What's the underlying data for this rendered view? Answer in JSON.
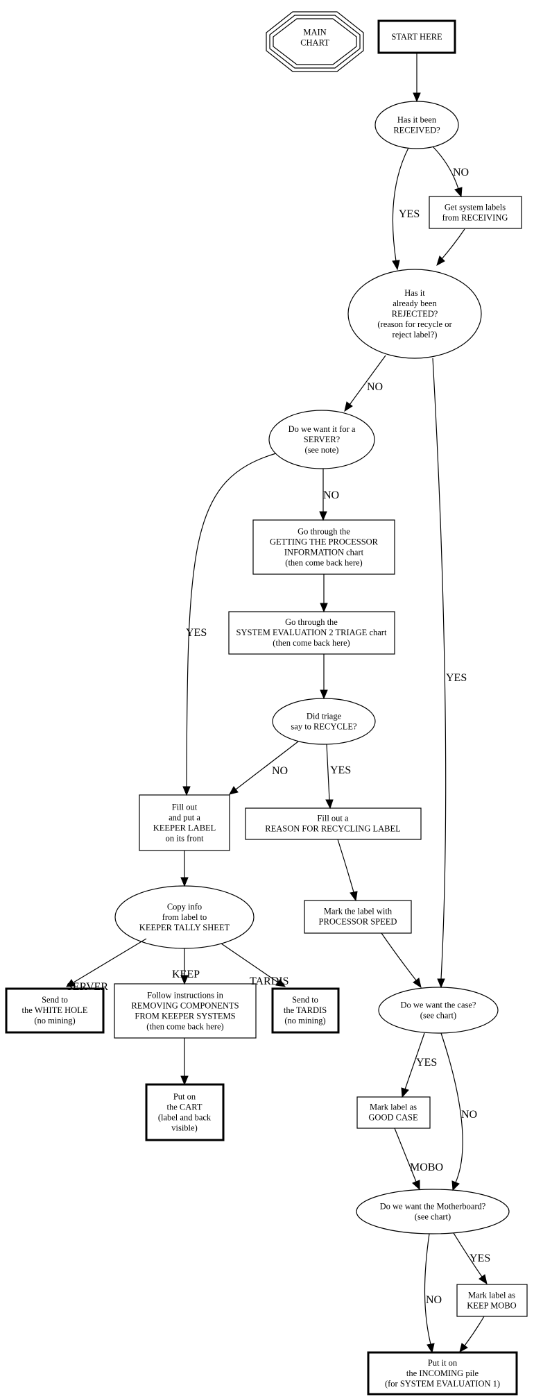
{
  "nodes": {
    "main_chart": {
      "lines": [
        "MAIN",
        "CHART"
      ]
    },
    "start": {
      "lines": [
        "START HERE"
      ]
    },
    "received": {
      "lines": [
        "Has it been",
        "RECEIVED?"
      ]
    },
    "get_labels": {
      "lines": [
        "Get system labels",
        "from RECEIVING"
      ]
    },
    "rejected": {
      "lines": [
        "Has it",
        "already been",
        "REJECTED?",
        "(reason for recycle or",
        "reject label?)"
      ]
    },
    "server": {
      "lines": [
        "Do we want it for a",
        "SERVER?",
        "(see note)"
      ]
    },
    "processor": {
      "lines": [
        "Go through the",
        "GETTING THE PROCESSOR",
        "INFORMATION chart",
        "(then come back here)"
      ]
    },
    "triage": {
      "lines": [
        "Go through the",
        "SYSTEM EVALUATION 2 TRIAGE chart",
        "(then come back here)"
      ]
    },
    "recycle_q": {
      "lines": [
        "Did triage",
        "say to RECYCLE?"
      ]
    },
    "keeper_label": {
      "lines": [
        "Fill out",
        "and put a",
        "KEEPER LABEL",
        "on its front"
      ]
    },
    "reason_label": {
      "lines": [
        "Fill out a",
        "REASON FOR RECYCLING LABEL"
      ]
    },
    "copy_info": {
      "lines": [
        "Copy info",
        "from label to",
        "KEEPER TALLY SHEET"
      ]
    },
    "mark_speed": {
      "lines": [
        "Mark the label with",
        "PROCESSOR SPEED"
      ]
    },
    "white_hole": {
      "lines": [
        "Send to",
        "the WHITE HOLE",
        "(no mining)"
      ]
    },
    "follow": {
      "lines": [
        "Follow instructions in",
        "REMOVING COMPONENTS",
        "FROM KEEPER SYSTEMS",
        "(then come back here)"
      ]
    },
    "tardis": {
      "lines": [
        "Send to",
        "the TARDIS",
        "(no mining)"
      ]
    },
    "case_q": {
      "lines": [
        "Do we want the case?",
        "(see chart)"
      ]
    },
    "cart": {
      "lines": [
        "Put on",
        "the CART",
        "(label and back",
        "visible)"
      ]
    },
    "good_case": {
      "lines": [
        "Mark label as",
        "GOOD CASE"
      ]
    },
    "mobo_q": {
      "lines": [
        "Do we want the Motherboard?",
        "(see chart)"
      ]
    },
    "keep_mobo": {
      "lines": [
        "Mark label as",
        "KEEP MOBO"
      ]
    },
    "incoming": {
      "lines": [
        "Put it on",
        "the INCOMING pile",
        "(for SYSTEM EVALUATION 1)"
      ]
    }
  },
  "edges": {
    "received_no": "NO",
    "received_yes": "YES",
    "rejected_no": "NO",
    "rejected_yes": "YES",
    "server_no": "NO",
    "server_yes": "YES",
    "recycle_no": "NO",
    "recycle_yes": "YES",
    "copy_server": "SERVER",
    "copy_keep": "KEEP",
    "copy_tardis": "TARDIS",
    "case_yes": "YES",
    "case_no": "NO",
    "good_case_mobo": "MOBO",
    "mobo_yes": "YES",
    "mobo_no": "NO"
  }
}
